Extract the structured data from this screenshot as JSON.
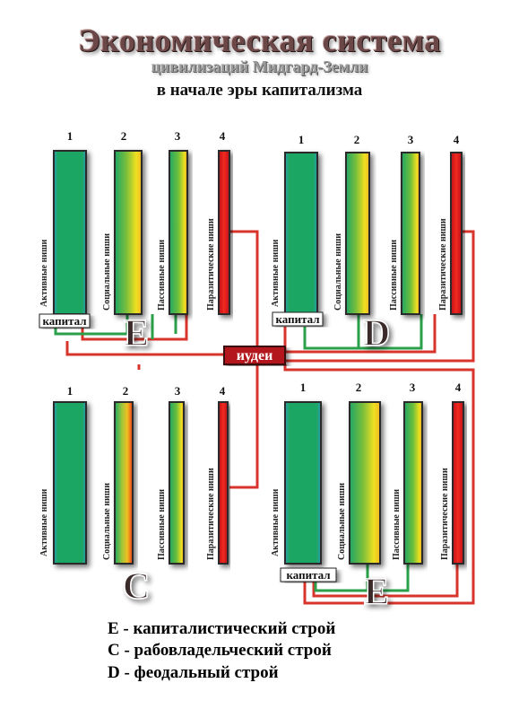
{
  "header": {
    "title": "Экономическая система",
    "subtitle": "цивилизаций Мидгард-Земли",
    "subtitle2": "в начале эры капитализма"
  },
  "quadrants": [
    {
      "id": "top-left",
      "letter": "E",
      "capital_label": "капитал",
      "columns": [
        {
          "number": "1",
          "label": "Активные ниши",
          "fill": "active"
        },
        {
          "number": "2",
          "label": "Социальные ниши",
          "fill": "social"
        },
        {
          "number": "3",
          "label": "Пассивные ниши",
          "fill": "passive"
        },
        {
          "number": "4",
          "label": "Паразитические ниши",
          "fill": "parasitic"
        }
      ]
    },
    {
      "id": "top-right",
      "letter": "D",
      "capital_label": "капитал",
      "columns": [
        {
          "number": "1",
          "label": "Активные ниши",
          "fill": "active"
        },
        {
          "number": "2",
          "label": "Социальные ниши",
          "fill": "social"
        },
        {
          "number": "3",
          "label": "Пассивные ниши",
          "fill": "passive"
        },
        {
          "number": "4",
          "label": "Паразитические ниши",
          "fill": "parasitic"
        }
      ]
    },
    {
      "id": "bottom-left",
      "letter": "C",
      "capital_label": "",
      "columns": [
        {
          "number": "1",
          "label": "Активные ниши",
          "fill": "active"
        },
        {
          "number": "2",
          "label": "Социальные ниши",
          "fill": "social"
        },
        {
          "number": "3",
          "label": "Пассивные ниши",
          "fill": "passive"
        },
        {
          "number": "4",
          "label": "Паразитические ниши",
          "fill": "parasitic"
        }
      ]
    },
    {
      "id": "bottom-right",
      "letter": "E",
      "capital_label": "капитал",
      "columns": [
        {
          "number": "1",
          "label": "Активные ниши",
          "fill": "active"
        },
        {
          "number": "2",
          "label": "Социальные ниши",
          "fill": "social"
        },
        {
          "number": "3",
          "label": "Пассивные ниши",
          "fill": "passive"
        },
        {
          "number": "4",
          "label": "Паразитические ниши",
          "fill": "parasitic"
        }
      ]
    }
  ],
  "center_label": "иудеи",
  "legend": [
    "E - капиталистический строй",
    "C - рабовладельческий строй",
    "D - феодальный строй"
  ],
  "colors": {
    "green": "#1faa55",
    "teal": "#1e9e8a",
    "yellow": "#f0e020",
    "red": "#e8201c",
    "line_red": "#d9342b",
    "line_green": "#2aa04a",
    "dark": "#3a2a2a",
    "center_box": "#b3121b"
  }
}
